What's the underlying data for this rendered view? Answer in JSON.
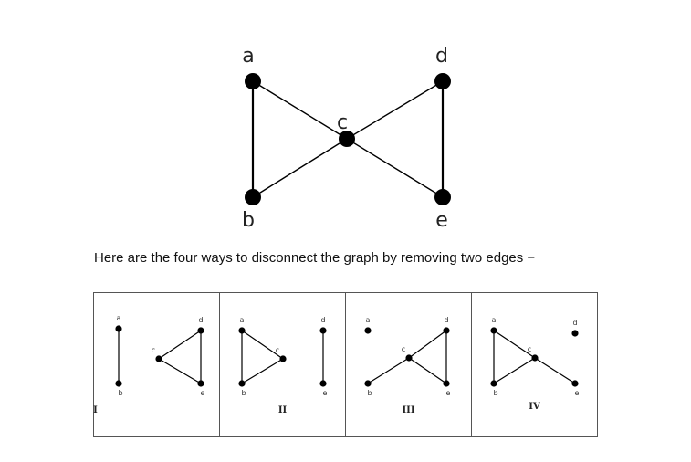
{
  "main_graph": {
    "nodes": [
      {
        "id": "a",
        "label": "a"
      },
      {
        "id": "b",
        "label": "b"
      },
      {
        "id": "c",
        "label": "c"
      },
      {
        "id": "d",
        "label": "d"
      },
      {
        "id": "e",
        "label": "e"
      }
    ],
    "edges": [
      [
        "a",
        "b"
      ],
      [
        "a",
        "c"
      ],
      [
        "b",
        "c"
      ],
      [
        "c",
        "d"
      ],
      [
        "c",
        "e"
      ],
      [
        "d",
        "e"
      ]
    ]
  },
  "caption": "Here are the four ways to disconnect the graph by removing two edges −",
  "panels": [
    {
      "numeral": "I",
      "edges": [
        [
          "a",
          "b"
        ],
        [
          "c",
          "d"
        ],
        [
          "c",
          "e"
        ],
        [
          "d",
          "e"
        ]
      ]
    },
    {
      "numeral": "II",
      "edges": [
        [
          "a",
          "b"
        ],
        [
          "a",
          "c"
        ],
        [
          "b",
          "c"
        ],
        [
          "d",
          "e"
        ]
      ]
    },
    {
      "numeral": "III",
      "edges": [
        [
          "b",
          "c"
        ],
        [
          "c",
          "d"
        ],
        [
          "c",
          "e"
        ],
        [
          "d",
          "e"
        ]
      ]
    },
    {
      "numeral": "IV",
      "edges": [
        [
          "a",
          "b"
        ],
        [
          "a",
          "c"
        ],
        [
          "b",
          "c"
        ],
        [
          "c",
          "e"
        ]
      ]
    }
  ],
  "colors": {
    "node": "#000000",
    "edge": "#000000",
    "border": "#555555"
  }
}
